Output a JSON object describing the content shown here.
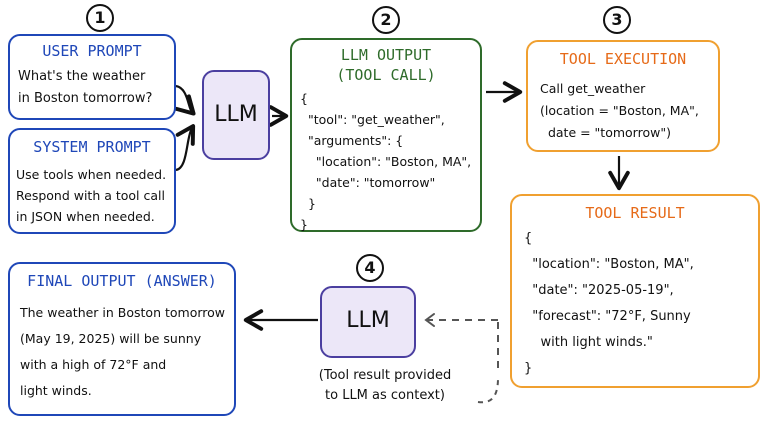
{
  "steps": [
    "1",
    "2",
    "3",
    "4"
  ],
  "user_prompt": {
    "title": "USER PROMPT",
    "text": "What's the weather\nin Boston tomorrow?"
  },
  "system_prompt": {
    "title": "SYSTEM PROMPT",
    "text": "Use tools when needed.\nRespond with a tool call\nin JSON when needed."
  },
  "llm_first": {
    "label": "LLM"
  },
  "llm_output": {
    "title_line1": "LLM OUTPUT",
    "title_line2": "(TOOL CALL)",
    "code": "{\n  \"tool\": \"get_weather\",\n  \"arguments\": {\n    \"location\": \"Boston, MA\",\n    \"date\": \"tomorrow\"\n  }\n}"
  },
  "tool_execution": {
    "title": "TOOL EXECUTION",
    "text": "Call get_weather\n(location = \"Boston, MA\",\n  date = \"tomorrow\")"
  },
  "tool_result": {
    "title": "TOOL RESULT",
    "code": "{\n  \"location\": \"Boston, MA\",\n  \"date\": \"2025-05-19\",\n  \"forecast\": \"72°F, Sunny\n    with light winds.\"\n}"
  },
  "llm_second": {
    "label": "LLM",
    "note": "(Tool result provided\nto LLM as context)"
  },
  "final_output": {
    "title": "FINAL OUTPUT (ANSWER)",
    "text": "The weather in Boston tomorrow\n(May 19, 2025) will be sunny\nwith a high of 72°F and\nlight winds."
  },
  "colors": {
    "blue": "#1f47b8",
    "green": "#2e6b2a",
    "orange": "#f0a030",
    "orange_title": "#e66a18",
    "purple": "#4b3fa0",
    "purple_fill": "#ece7f8"
  }
}
